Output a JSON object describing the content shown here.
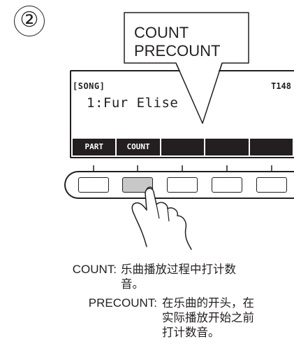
{
  "step_number": "②",
  "callout": {
    "text": "COUNT\nPRECOUNT"
  },
  "display": {
    "mode": "[SONG]",
    "tempo": "T148",
    "song_number": "1",
    "song_title": "Fur Elise",
    "softkeys": [
      "PART",
      "COUNT",
      "",
      "",
      ""
    ]
  },
  "buttons": {
    "count": 5,
    "pressed_index": 1
  },
  "descriptions": [
    {
      "term": "COUNT:",
      "lines": [
        "乐曲播放过程中打计数",
        "音。"
      ]
    },
    {
      "term": "PRECOUNT:",
      "lines": [
        "在乐曲的开头，在",
        "实际播放开始之前",
        "打计数音。"
      ]
    }
  ]
}
